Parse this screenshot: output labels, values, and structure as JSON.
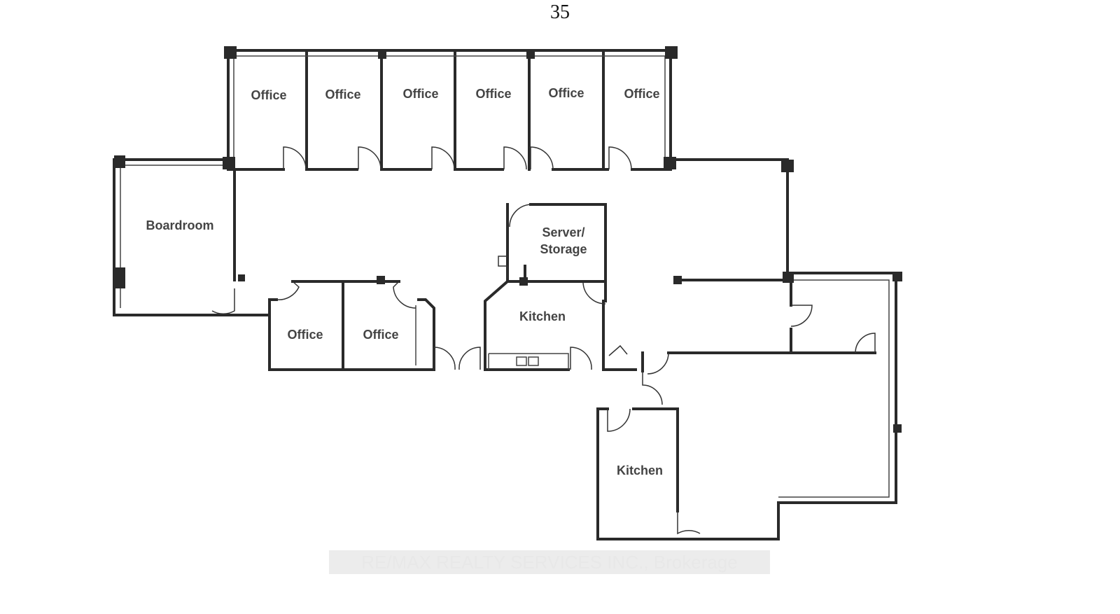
{
  "page_number": "35",
  "rooms": {
    "office_1": "Office",
    "office_2": "Office",
    "office_3": "Office",
    "office_4": "Office",
    "office_5": "Office",
    "office_6": "Office",
    "boardroom": "Boardroom",
    "server_line1": "Server/",
    "server_line2": "Storage",
    "kitchen_1": "Kitchen",
    "office_7": "Office",
    "office_8": "Office",
    "kitchen_2": "Kitchen"
  },
  "watermark": "RE/MAX REALTY SERVICES INC., Brokerage"
}
